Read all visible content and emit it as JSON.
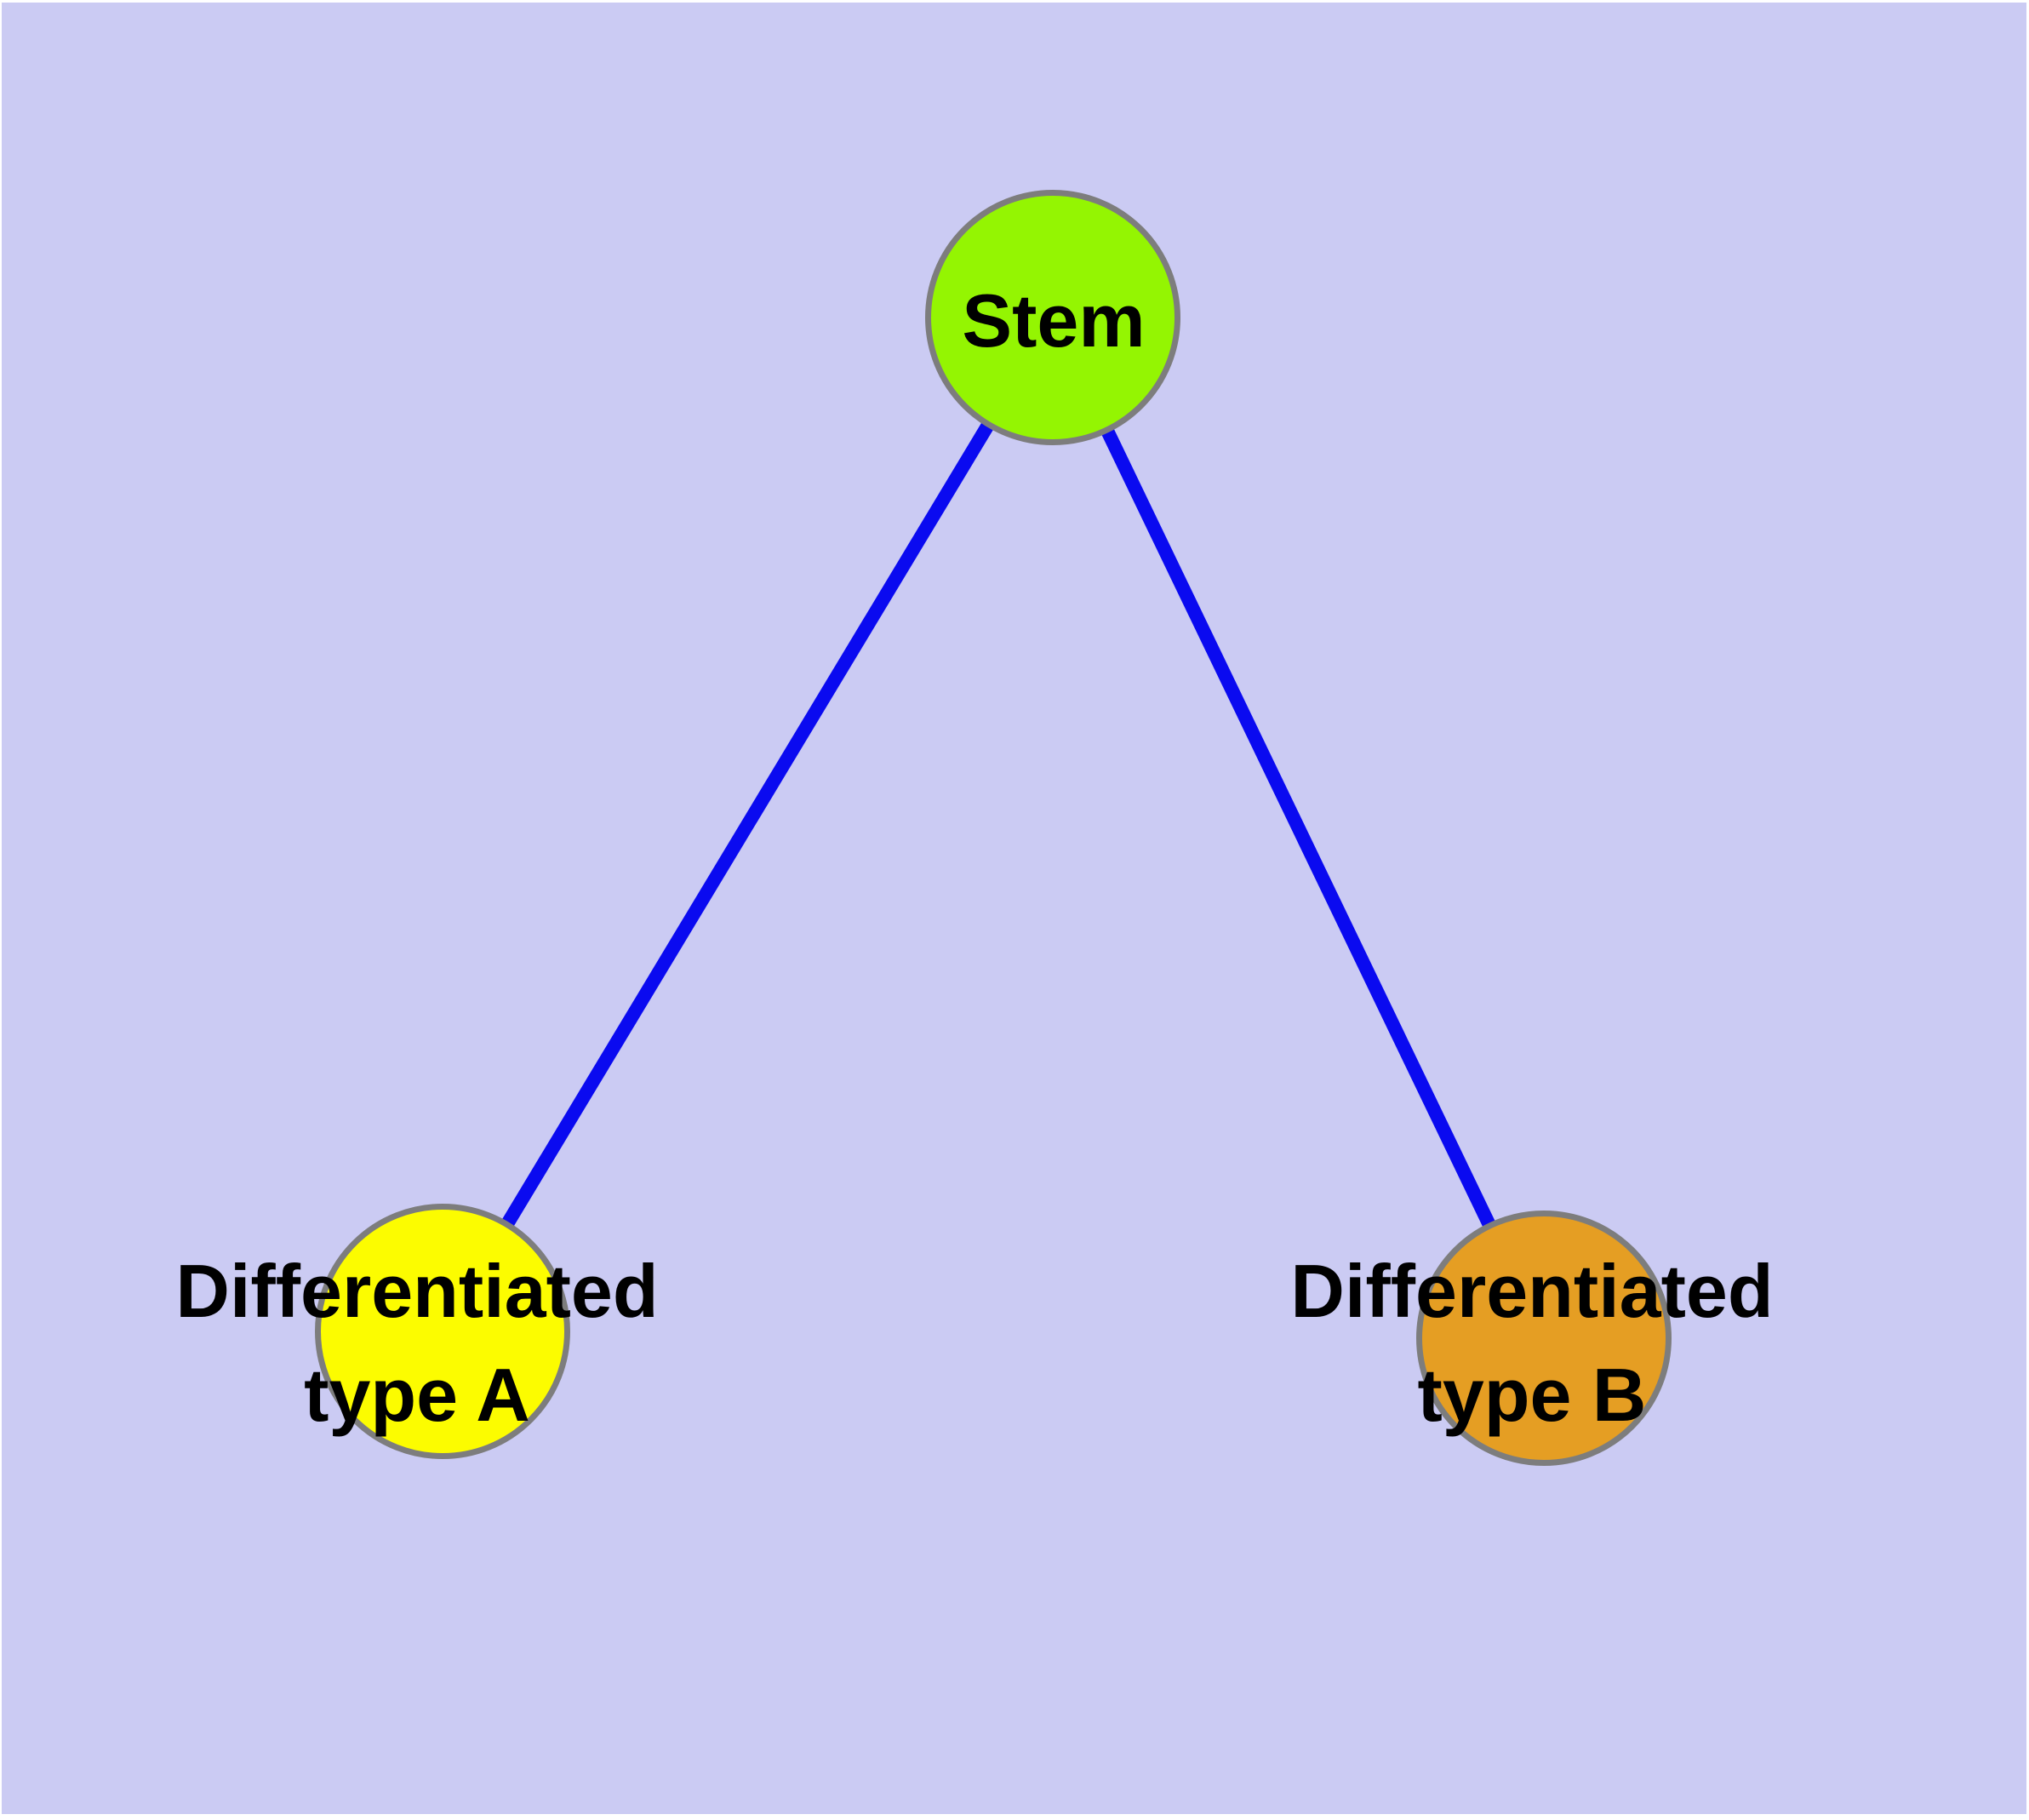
{
  "diagram": {
    "title": "",
    "background_color": "#CBCBF3",
    "frame_color": "#FFFFFF",
    "edge_color": "#0A0AF0",
    "node_border_color": "#7D7D7D",
    "label_color": "#000000",
    "nodes": [
      {
        "id": "stem",
        "label": "Stem",
        "label_line1": "Stem",
        "label_line2": "",
        "fill": "#94F502",
        "shape": "circle"
      },
      {
        "id": "type-a",
        "label": "Differentiated type A",
        "label_line1": "Differentiated",
        "label_line2": "type A",
        "fill": "#FCFC00",
        "shape": "circle"
      },
      {
        "id": "type-b",
        "label": "Differentiated type B",
        "label_line1": "Differentiated",
        "label_line2": "type B",
        "fill": "#E59E23",
        "shape": "circle"
      }
    ],
    "edges": [
      {
        "from": "Stem",
        "to": "Differentiated type A"
      },
      {
        "from": "Stem",
        "to": "Differentiated type B"
      }
    ]
  }
}
